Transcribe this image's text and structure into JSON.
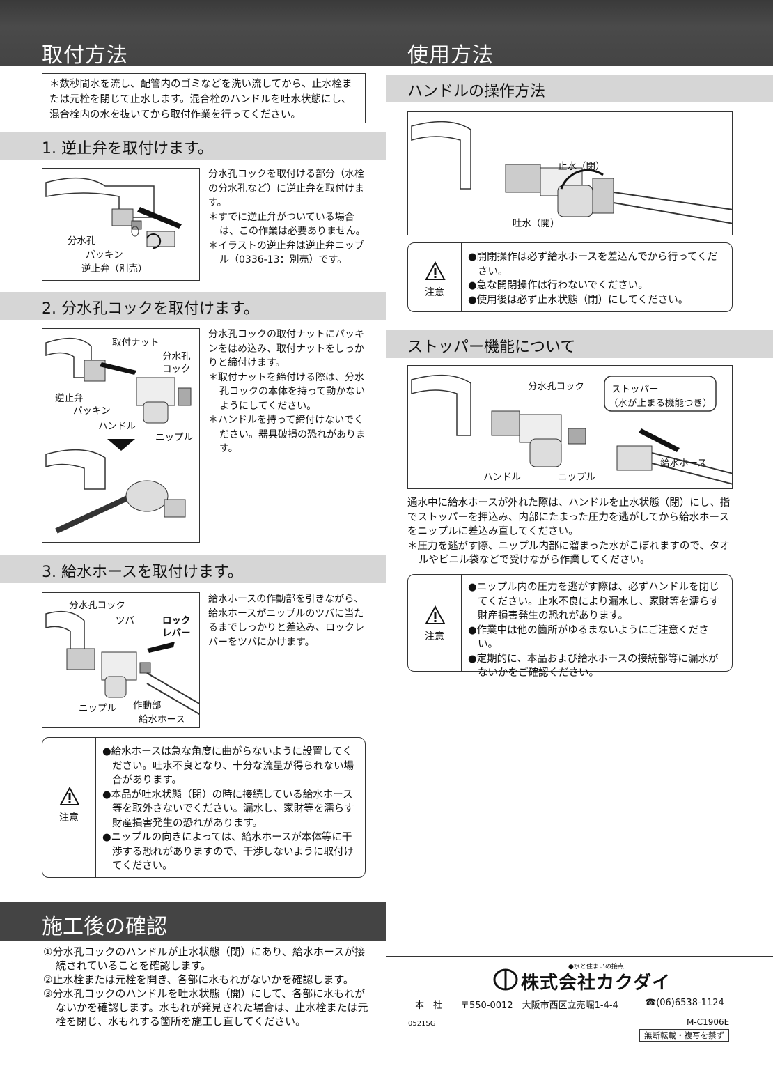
{
  "header": {
    "left_title": "取付方法",
    "right_title": "使用方法"
  },
  "intro_note": "＊数秒間水を流し、配管内のゴミなどを洗い流してから、止水栓または元栓を閉じて止水します。混合栓のハンドルを吐水状態にし、混合栓内の水を抜いてから取付作業を行ってください。",
  "step1": {
    "title": "1. 逆止弁を取付けます。",
    "text": "分水孔コックを取付ける部分（水栓の分水孔など）に逆止弁を取付けます。",
    "notes": [
      "＊すでに逆止弁がついている場合は、この作業は必要ありません。",
      "＊イラストの逆止弁は逆止弁ニップル（0336-13：別売）です。"
    ],
    "labels": [
      "分水孔",
      "パッキン",
      "逆止弁（別売）"
    ]
  },
  "step2": {
    "title": "2. 分水孔コックを取付けます。",
    "text": "分水孔コックの取付ナットにパッキンをはめ込み、取付ナットをしっかりと締付けます。",
    "notes": [
      "＊取付ナットを締付ける際は、分水孔コックの本体を持って動かないようにしてください。",
      "＊ハンドルを持って締付けないでください。器具破損の恐れがあります。"
    ],
    "labels": [
      "取付ナット",
      "分水孔",
      "コック",
      "逆止弁",
      "パッキン",
      "ハンドル",
      "ニップル"
    ]
  },
  "step3": {
    "title": "3. 給水ホースを取付けます。",
    "text": "給水ホースの作動部を引きながら、給水ホースがニップルのツバに当たるまでしっかりと差込み、ロックレバーをツバにかけます。",
    "labels": [
      "分水孔コック",
      "ツバ",
      "ロック",
      "レバー",
      "ニップル",
      "作動部",
      "給水ホース"
    ]
  },
  "caution_left": {
    "label": "注意",
    "items": [
      "●給水ホースは急な角度に曲がらないように設置してください。吐水不良となり、十分な流量が得られない場合があります。",
      "●本品が吐水状態（閉）の時に接続している給水ホース等を取外さないでください。漏水し、家財等を濡らす財産損害発生の恐れがあります。",
      "●ニップルの向きによっては、給水ホースが本体等に干渉する恐れがありますので、干渉しないように取付けてください。"
    ]
  },
  "after": {
    "title": "施工後の確認",
    "items": [
      "①分水孔コックのハンドルが止水状態（閉）にあり、給水ホースが接続されていることを確認します。",
      "②止水栓または元栓を開き、各部に水もれがないかを確認します。",
      "③分水孔コックのハンドルを吐水状態（開）にして、各部に水もれがないかを確認します。水もれが発見された場合は、止水栓または元栓を閉じ、水もれする箇所を施工し直してください。"
    ]
  },
  "handle": {
    "title": "ハンドルの操作方法",
    "labels": [
      "止水（閉）",
      "吐水（開）"
    ]
  },
  "caution_handle": {
    "label": "注意",
    "items": [
      "●開閉操作は必ず給水ホースを差込んでから行ってください。",
      "●急な開閉操作は行わないでください。",
      "●使用後は必ず止水状態（閉）にしてください。"
    ]
  },
  "stopper": {
    "title": "ストッパー機能について",
    "labels": [
      "分水孔コック",
      "ストッパー",
      "（水が止まる機能つき）",
      "給水ホース",
      "ハンドル",
      "ニップル"
    ],
    "text": "通水中に給水ホースが外れた際は、ハンドルを止水状態（閉）にし、指でストッパーを押込み、内部にたまった圧力を逃がしてから給水ホースをニップルに差込み直してください。",
    "note": "＊圧力を逃がす際、ニップル内部に溜まった水がこぼれますので、タオルやビニル袋などで受けながら作業してください。"
  },
  "caution_stopper": {
    "label": "注意",
    "items": [
      "●ニップル内の圧力を逃がす際は、必ずハンドルを閉じてください。止水不良により漏水し、家財等を濡らす財産損害発生の恐れがあります。",
      "●作業中は他の箇所がゆるまないようにご注意ください。",
      "●定期的に、本品および給水ホースの接続部等に漏水がないかをご確認ください。"
    ]
  },
  "footer": {
    "tagline": "●水と住まいの接点",
    "company": "株式会社カクダイ",
    "address": "本　社　　〒550-0012　大阪市西区立売堀1-4-4",
    "phone": "☎(06)6538-1124",
    "code_left": "0521SG",
    "code_right": "M-C1906E",
    "notice": "無断転載・複写を禁ず"
  }
}
